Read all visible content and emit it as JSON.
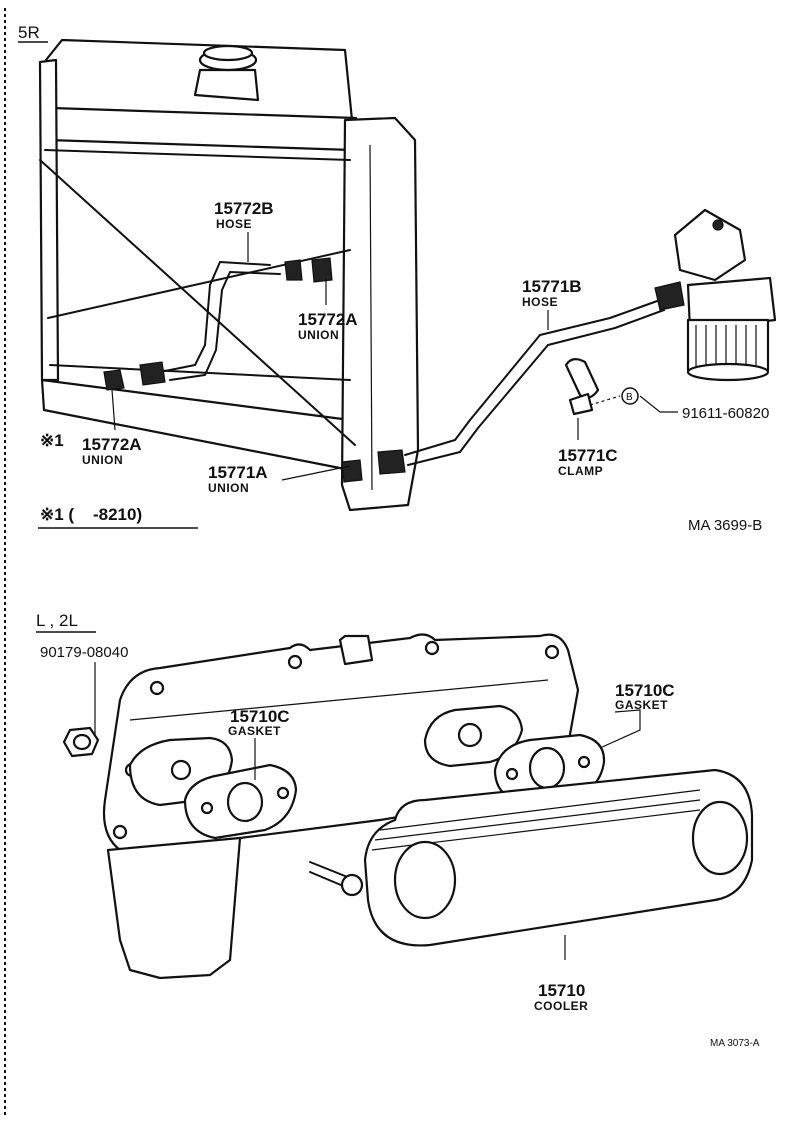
{
  "sections": {
    "top": {
      "engine": "5R",
      "labels": [
        {
          "num": "15772B",
          "name": "HOSE"
        },
        {
          "num": "15772A",
          "name": "UNION"
        },
        {
          "num": "15771B",
          "name": "HOSE"
        },
        {
          "num": "91611-60820",
          "name": ""
        },
        {
          "num": "15771C",
          "name": "CLAMP"
        },
        {
          "num": "15772A",
          "name": "UNION",
          "prefix": "※1"
        },
        {
          "num": "15771A",
          "name": "UNION"
        }
      ],
      "bolt_marker": "B",
      "footnote": "※1 (    -8210)",
      "code": "MA  3699-B"
    },
    "bottom": {
      "engine": "L , 2L",
      "labels": [
        {
          "num": "90179-08040",
          "name": ""
        },
        {
          "num": "15710C",
          "name": "GASKET"
        },
        {
          "num": "15710C",
          "name": "GASKET"
        },
        {
          "num": "15710",
          "name": "COOLER"
        }
      ],
      "code": "MA  3073-A"
    }
  },
  "colors": {
    "ink": "#111111",
    "paper": "#ffffff"
  }
}
